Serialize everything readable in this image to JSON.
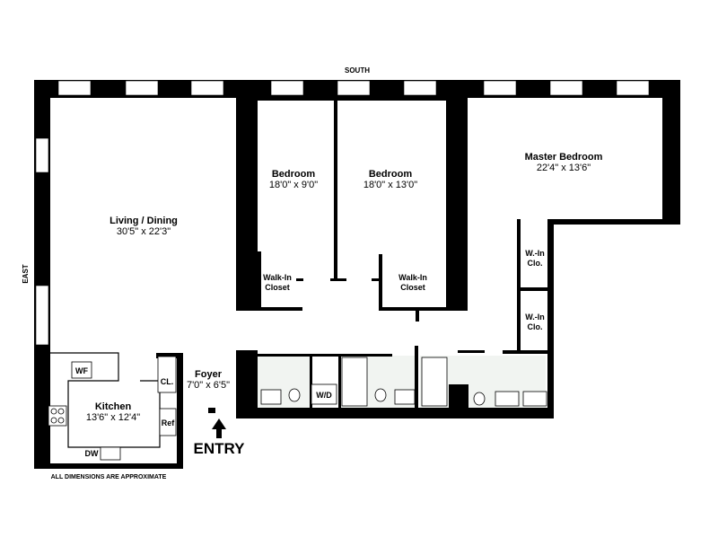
{
  "compass": {
    "south": "SOUTH",
    "east": "EAST"
  },
  "rooms": {
    "living": {
      "name": "Living / Dining",
      "dims": "30'5\" x 22'3\""
    },
    "bedroom1": {
      "name": "Bedroom",
      "dims": "18'0\" x 9'0\""
    },
    "bedroom2": {
      "name": "Bedroom",
      "dims": "18'0\" x 13'0\""
    },
    "master": {
      "name": "Master Bedroom",
      "dims": "22'4\" x 13'6\""
    },
    "kitchen": {
      "name": "Kitchen",
      "dims": "13'6\" x 12'4\""
    },
    "foyer": {
      "name": "Foyer",
      "dims": "7'0\" x 6'5\""
    }
  },
  "closets": {
    "walkin1": {
      "line1": "Walk-In",
      "line2": "Closet"
    },
    "walkin2": {
      "line1": "Walk-In",
      "line2": "Closet"
    },
    "wclo1": {
      "line1": "W.-In",
      "line2": "Clo."
    },
    "wclo2": {
      "line1": "W.-In",
      "line2": "Clo."
    },
    "cl": "CL."
  },
  "appliances": {
    "wf": "WF",
    "ref": "Ref",
    "dw": "DW",
    "wd": "W/D"
  },
  "entry": "ENTRY",
  "footnote": "ALL DIMENSIONS ARE APPROXIMATE"
}
